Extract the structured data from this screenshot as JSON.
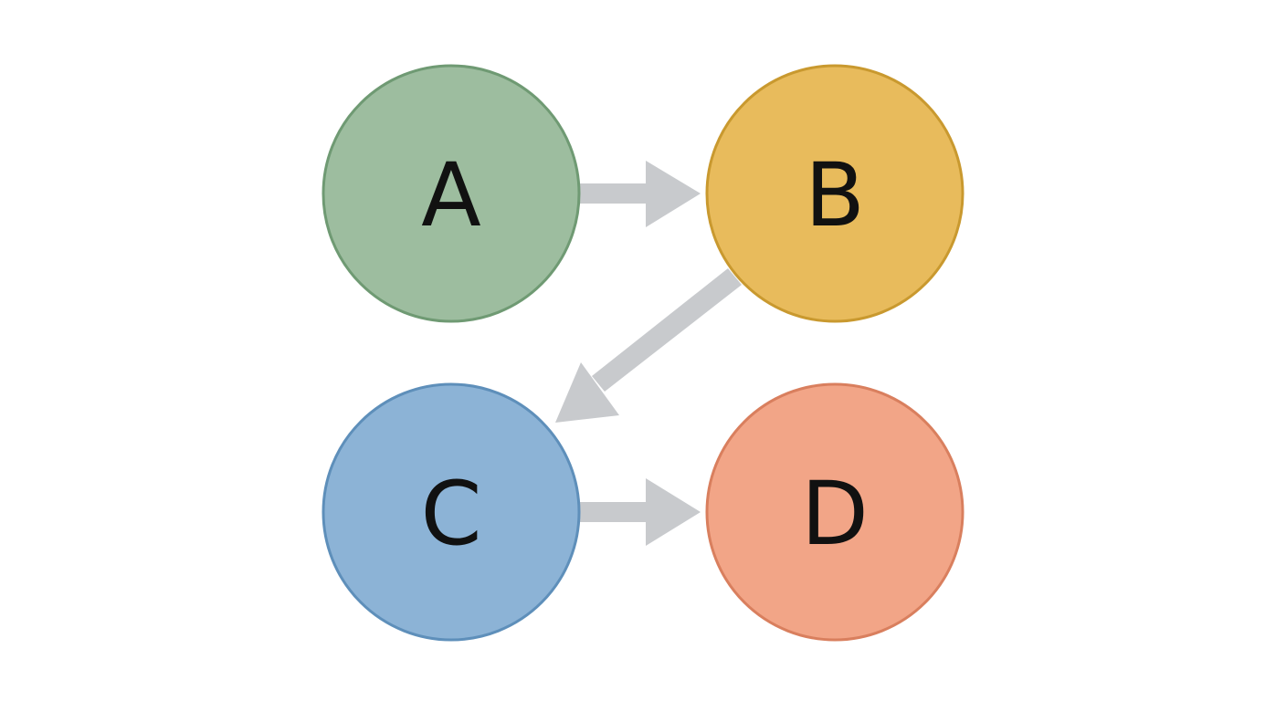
{
  "nodes": [
    {
      "id": "A",
      "label": "A",
      "fill": "#9dbd9f",
      "stroke": "#6f9a73"
    },
    {
      "id": "B",
      "label": "B",
      "fill": "#e8bb5c",
      "stroke": "#c9992f"
    },
    {
      "id": "C",
      "label": "C",
      "fill": "#8cb3d6",
      "stroke": "#5e8fba"
    },
    {
      "id": "D",
      "label": "D",
      "fill": "#f2a587",
      "stroke": "#d97f5e"
    }
  ],
  "edges": [
    {
      "from": "A",
      "to": "B"
    },
    {
      "from": "B",
      "to": "C"
    },
    {
      "from": "C",
      "to": "D"
    }
  ],
  "colors": {
    "arrow": "#c8cacd",
    "background": "#ffffff"
  }
}
